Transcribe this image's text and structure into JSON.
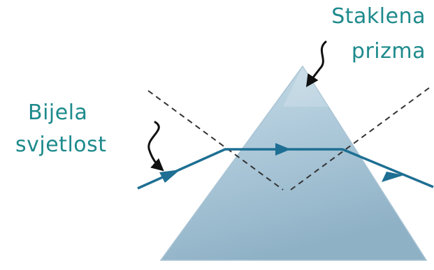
{
  "labels": {
    "prism_line1": "Staklena",
    "prism_line2": "prizma",
    "light_line1": "Bijela",
    "light_line2": "svjetlost"
  },
  "colors": {
    "label_text": "#1e8a8c",
    "ray": "#1e6f93",
    "prism_fill_top": "#c8dde8",
    "prism_fill_bottom": "#8fb1c6",
    "prism_edge": "#a9c4d4",
    "normal_line": "#333333",
    "pointer_arrow": "#111111"
  }
}
